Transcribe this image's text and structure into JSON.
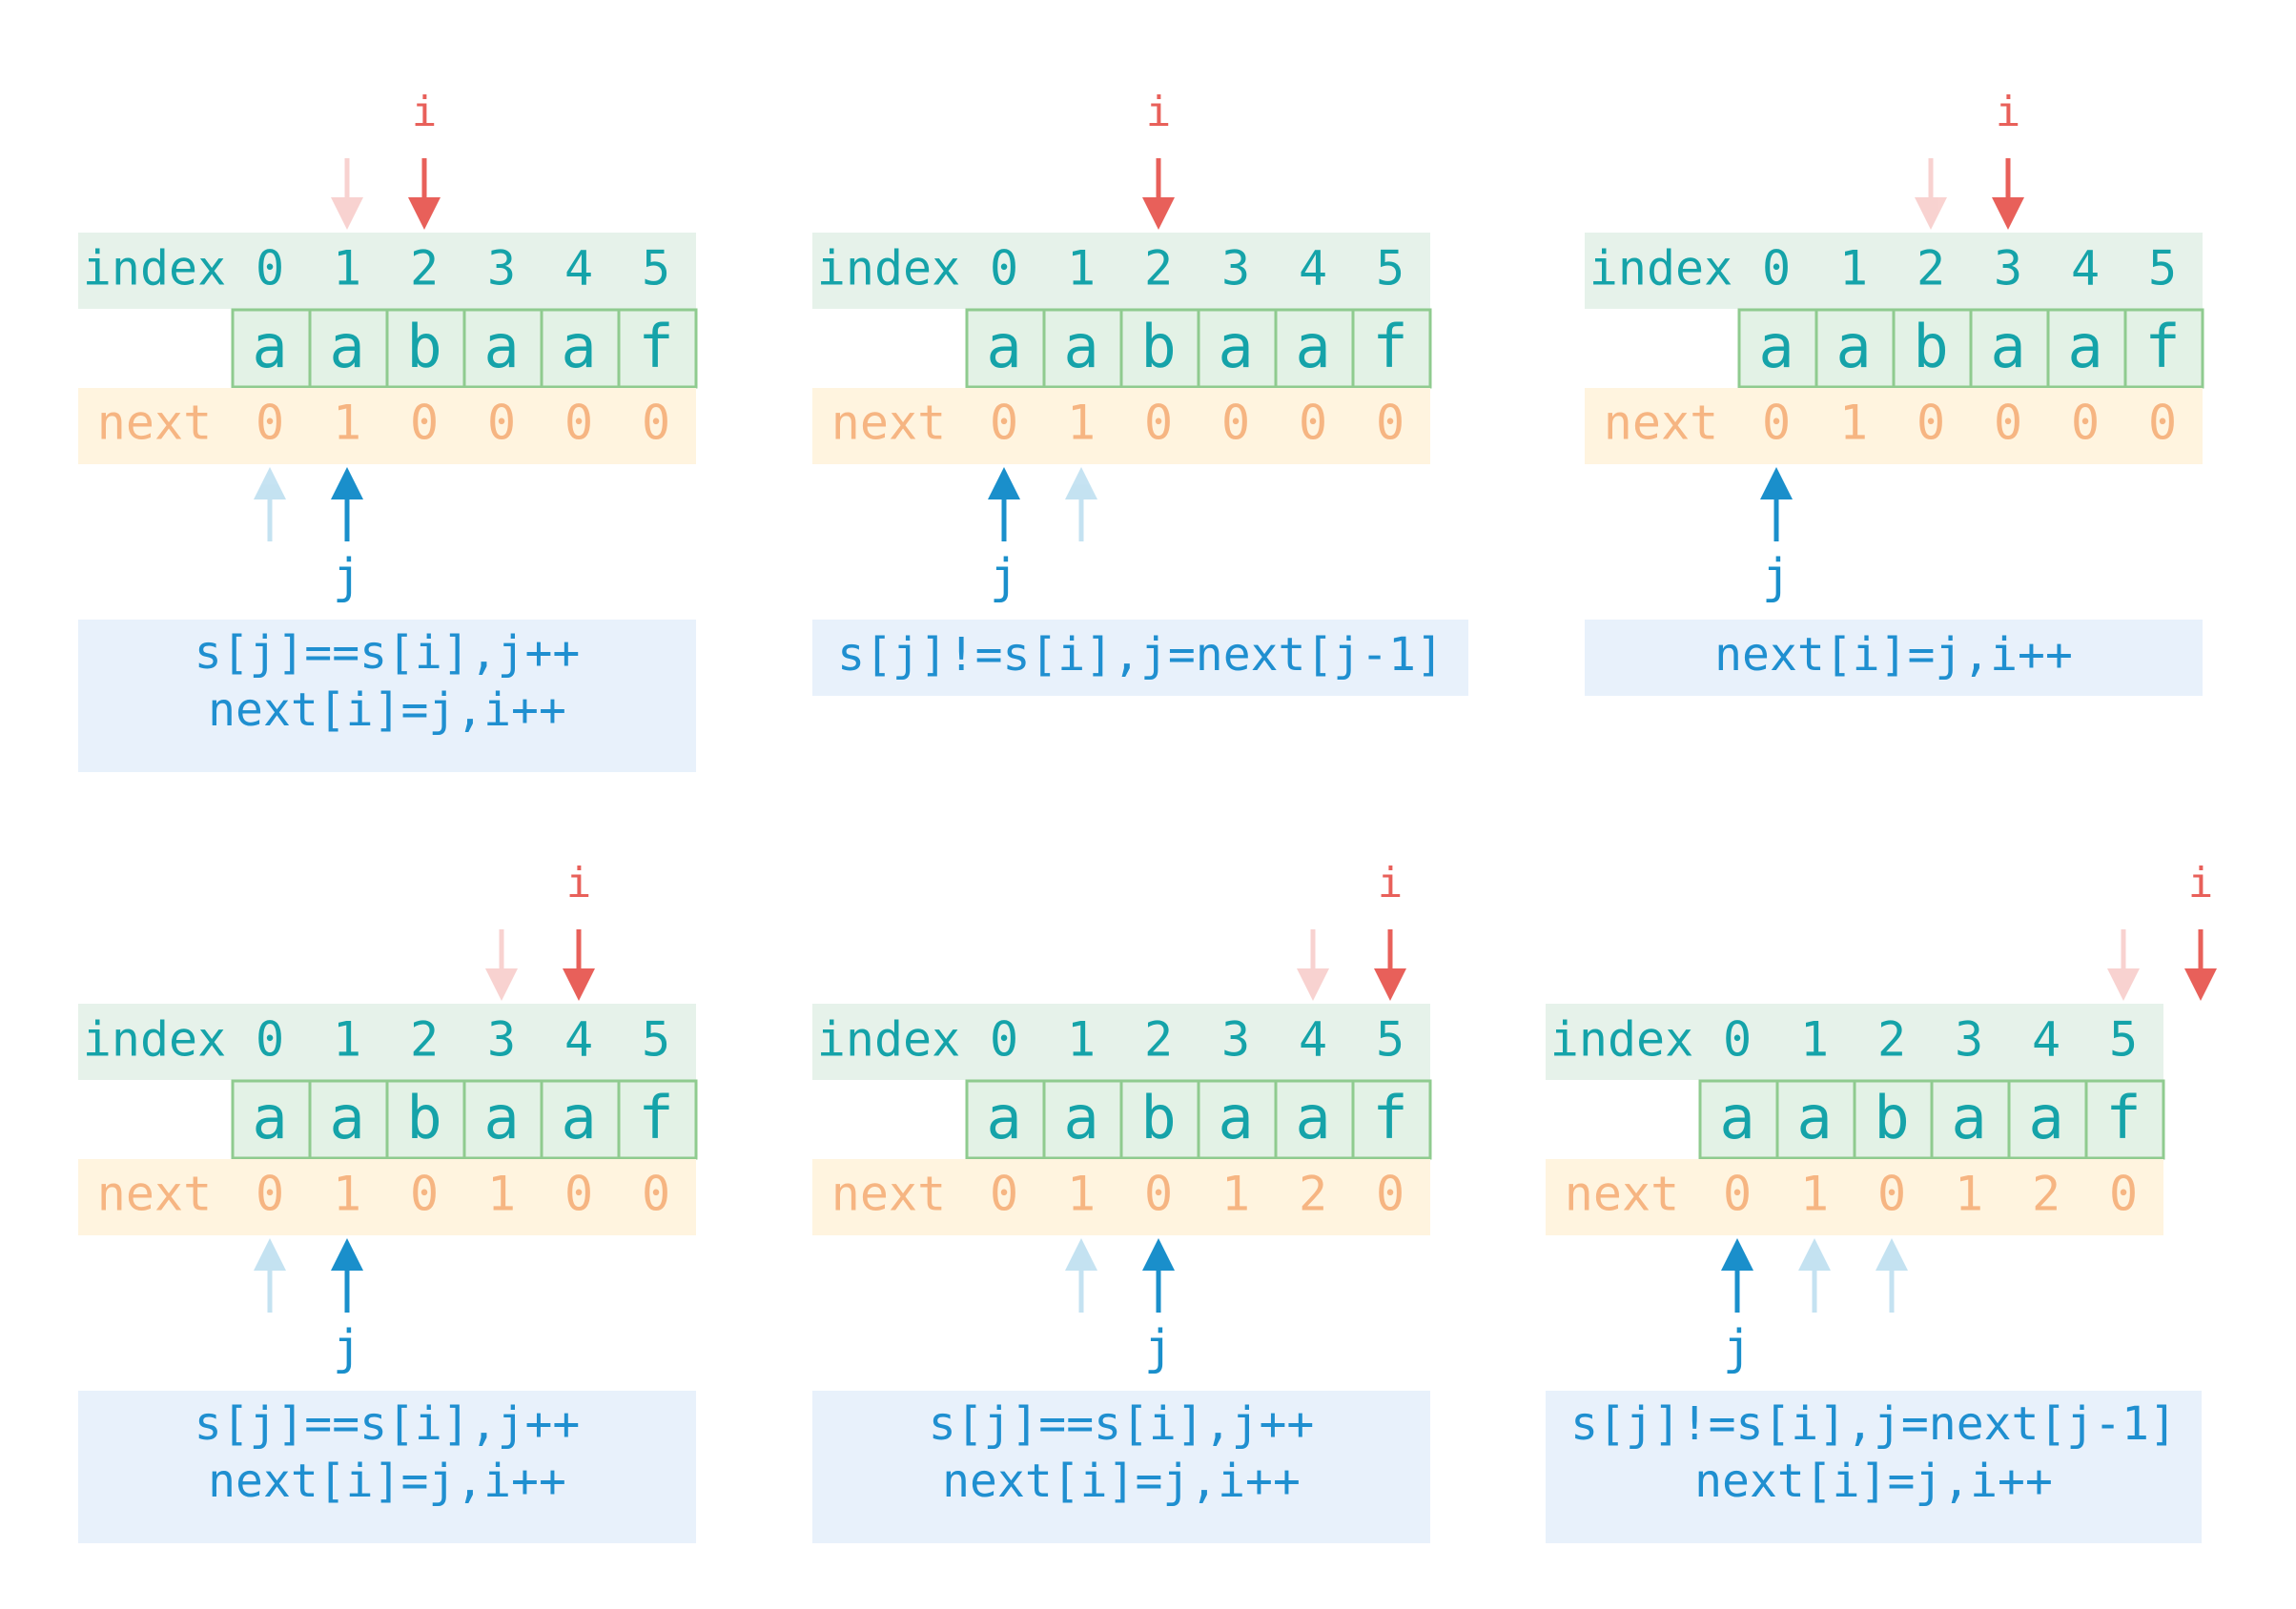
{
  "labels": {
    "index": "index",
    "next": "next"
  },
  "pointer_labels": {
    "i": "i",
    "j": "j"
  },
  "colors": {
    "index_band": "#e6f2ea",
    "next_band": "#fff4df",
    "cmd_band": "#e8f1fb",
    "cell_fill": "#e3f2e6",
    "cell_border": "#8fcb8f",
    "index_text": "#15a3a9",
    "next_text": "#f6b582",
    "cmd_text": "#1f8fd0",
    "i_pointer": "#e8605a",
    "j_pointer": "#1a8fcb"
  },
  "panels": [
    {
      "indices": [
        "0",
        "1",
        "2",
        "3",
        "4",
        "5"
      ],
      "string": [
        "a",
        "a",
        "b",
        "a",
        "a",
        "f"
      ],
      "next": [
        "0",
        "1",
        "0",
        "0",
        "0",
        "0"
      ],
      "i_active": 2,
      "i_ghosts": [
        1
      ],
      "j_active": 1,
      "j_ghosts": [
        0
      ],
      "cmd": [
        "s[j]==s[i],j++",
        "next[i]=j,i++"
      ]
    },
    {
      "indices": [
        "0",
        "1",
        "2",
        "3",
        "4",
        "5"
      ],
      "string": [
        "a",
        "a",
        "b",
        "a",
        "a",
        "f"
      ],
      "next": [
        "0",
        "1",
        "0",
        "0",
        "0",
        "0"
      ],
      "i_active": 2,
      "i_ghosts": [],
      "j_active": 0,
      "j_ghosts": [
        1
      ],
      "cmd": [
        "s[j]!=s[i],j=next[j-1]"
      ]
    },
    {
      "indices": [
        "0",
        "1",
        "2",
        "3",
        "4",
        "5"
      ],
      "string": [
        "a",
        "a",
        "b",
        "a",
        "a",
        "f"
      ],
      "next": [
        "0",
        "1",
        "0",
        "0",
        "0",
        "0"
      ],
      "i_active": 3,
      "i_ghosts": [
        2
      ],
      "j_active": 0,
      "j_ghosts": [],
      "cmd": [
        "next[i]=j,i++"
      ]
    },
    {
      "indices": [
        "0",
        "1",
        "2",
        "3",
        "4",
        "5"
      ],
      "string": [
        "a",
        "a",
        "b",
        "a",
        "a",
        "f"
      ],
      "next": [
        "0",
        "1",
        "0",
        "1",
        "0",
        "0"
      ],
      "i_active": 4,
      "i_ghosts": [
        3
      ],
      "j_active": 1,
      "j_ghosts": [
        0
      ],
      "cmd": [
        "s[j]==s[i],j++",
        "next[i]=j,i++"
      ]
    },
    {
      "indices": [
        "0",
        "1",
        "2",
        "3",
        "4",
        "5"
      ],
      "string": [
        "a",
        "a",
        "b",
        "a",
        "a",
        "f"
      ],
      "next": [
        "0",
        "1",
        "0",
        "1",
        "2",
        "0"
      ],
      "i_active": 5,
      "i_ghosts": [
        4
      ],
      "j_active": 2,
      "j_ghosts": [
        1
      ],
      "cmd": [
        "s[j]==s[i],j++",
        "next[i]=j,i++"
      ]
    },
    {
      "indices": [
        "0",
        "1",
        "2",
        "3",
        "4",
        "5"
      ],
      "string": [
        "a",
        "a",
        "b",
        "a",
        "a",
        "f"
      ],
      "next": [
        "0",
        "1",
        "0",
        "1",
        "2",
        "0"
      ],
      "i_active": 6,
      "i_ghosts": [
        5
      ],
      "j_active": 0,
      "j_ghosts": [
        1,
        2
      ],
      "cmd": [
        "s[j]!=s[i],j=next[j-1]",
        "next[i]=j,i++"
      ]
    }
  ]
}
